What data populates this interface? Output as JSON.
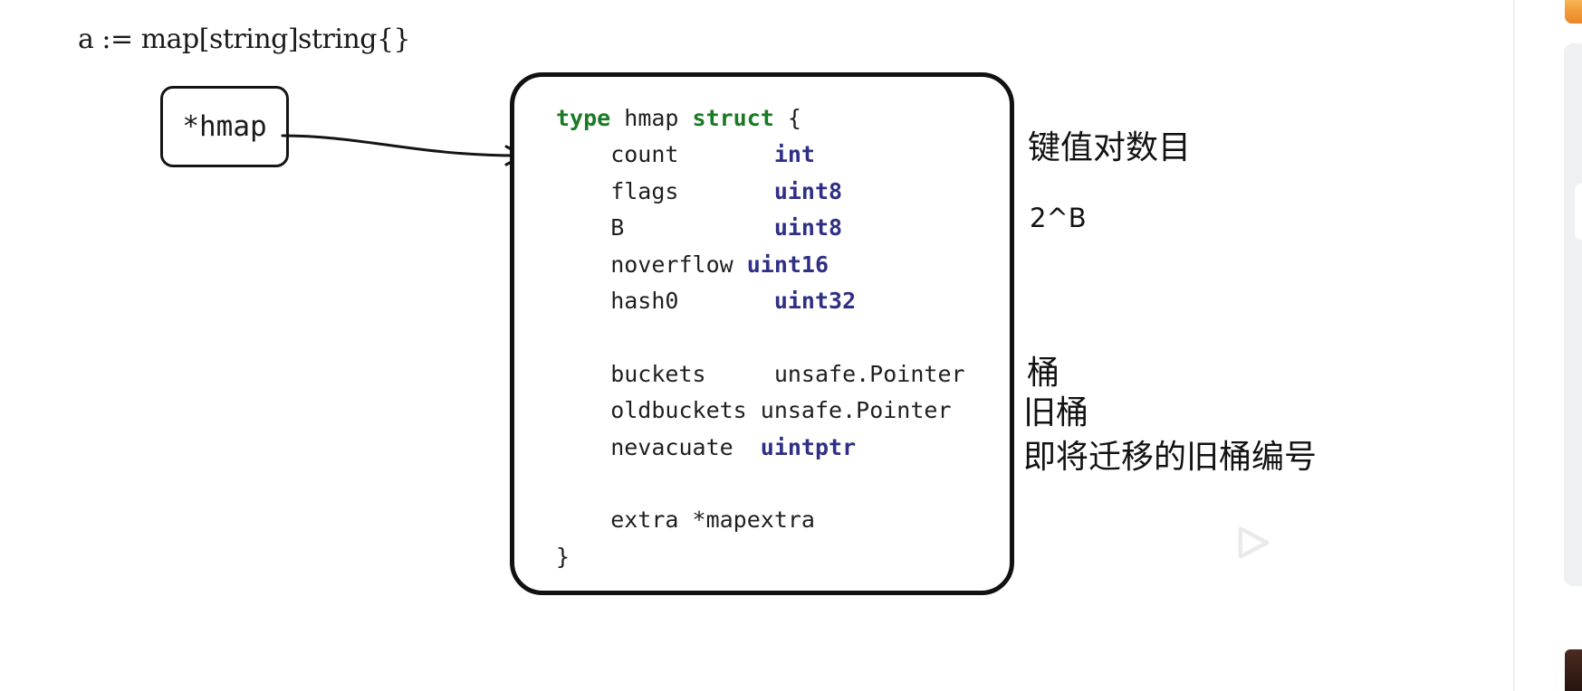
{
  "slide": {
    "title": "a := map[string]string{}",
    "pointer_box": {
      "label": "*hmap"
    },
    "code": {
      "line1_kw_type": "type",
      "line1_name": " hmap ",
      "line1_kw_struct": "struct",
      "line1_brace": " {",
      "fields": [
        {
          "name": "count",
          "pad": "       ",
          "type": "int",
          "type_style": "typ"
        },
        {
          "name": "flags",
          "pad": "       ",
          "type": "uint8",
          "type_style": "typ"
        },
        {
          "name": "B",
          "pad": "           ",
          "type": "uint8",
          "type_style": "typ"
        },
        {
          "name": "noverflow",
          "pad": " ",
          "type": "uint16",
          "type_style": "typ"
        },
        {
          "name": "hash0",
          "pad": "       ",
          "type": "uint32",
          "type_style": "typ"
        },
        {
          "name": "",
          "pad": "",
          "type": "",
          "type_style": "blank"
        },
        {
          "name": "buckets",
          "pad": "     ",
          "type": "unsafe.Pointer",
          "type_style": "ident"
        },
        {
          "name": "oldbuckets",
          "pad": " ",
          "type": "unsafe.Pointer",
          "type_style": "ident"
        },
        {
          "name": "nevacuate",
          "pad": "  ",
          "type": "uintptr",
          "type_style": "typ"
        },
        {
          "name": "",
          "pad": "",
          "type": "",
          "type_style": "blank"
        },
        {
          "name": "extra *mapextra",
          "pad": "",
          "type": "",
          "type_style": "ident"
        }
      ],
      "closing_brace": "}",
      "indent": "    "
    },
    "annotations": [
      {
        "id": "note-count",
        "text": "键值对数目"
      },
      {
        "id": "note-b",
        "text": "2^B"
      },
      {
        "id": "note-buckets",
        "text": "桶"
      },
      {
        "id": "note-oldbuckets",
        "text": "旧桶"
      },
      {
        "id": "note-nevacuate",
        "text": "即将迁移的旧桶编号"
      }
    ],
    "watermark": {
      "name": "bilibili-player-logo"
    }
  },
  "colors": {
    "keyword_green": "#1a7a24",
    "type_navy": "#2f2f86",
    "ink_black": "#141414",
    "panel_gray": "#eff0f1",
    "accent_orange": "#f2a03a"
  }
}
